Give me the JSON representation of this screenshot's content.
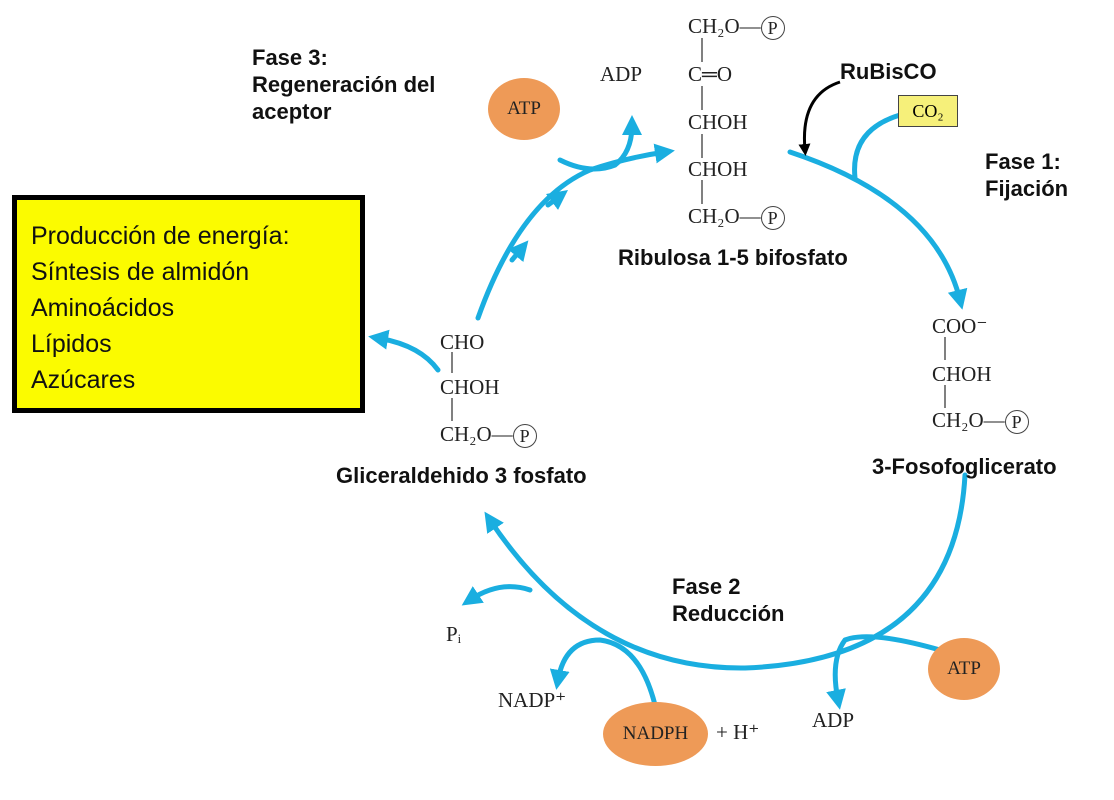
{
  "phase3": {
    "title": "Fase 3:",
    "line1": "Regeneración del",
    "line2": "aceptor"
  },
  "phase1": {
    "title": "Fase 1:",
    "line1": "Fijación"
  },
  "phase2": {
    "title": "Fase 2",
    "line1": "Reducción"
  },
  "enzyme": "RuBisCO",
  "co2": "CO₂",
  "production_box": {
    "items": [
      "Producción de energía:",
      "Síntesis de almidón",
      "Aminoácidos",
      "Lípidos",
      "Azúcares"
    ]
  },
  "ribulose": {
    "name": "Ribulosa 1-5 bifosfato",
    "l1": "CH₂O—",
    "l2": "C═O",
    "l3": "CHOH",
    "l4": "CHOH",
    "l5": "CH₂O—",
    "p": "P"
  },
  "phosphoglycerate": {
    "name": "3-Fosofoglicerato",
    "l1": "COO⁻",
    "l2": "CHOH",
    "l3": "CH₂O—",
    "p": "P"
  },
  "glyceraldehyde": {
    "name": "Gliceraldehido 3 fosfato",
    "l1": "CHO",
    "l2": "CHOH",
    "l3": "CH₂O—",
    "p": "P"
  },
  "labels": {
    "adp_top": "ADP",
    "atp_top": "ATP",
    "atp_bottom": "ATP",
    "adp_bottom": "ADP",
    "nadph": "NADPH",
    "h_plus": "+ H⁺",
    "nadp": "NADP⁺",
    "pi": "Pᵢ"
  },
  "colors": {
    "arrow": "#1aaee0",
    "badge": "#ee9a57",
    "box": "#fbfb00",
    "co2_box": "#f6f07a"
  }
}
